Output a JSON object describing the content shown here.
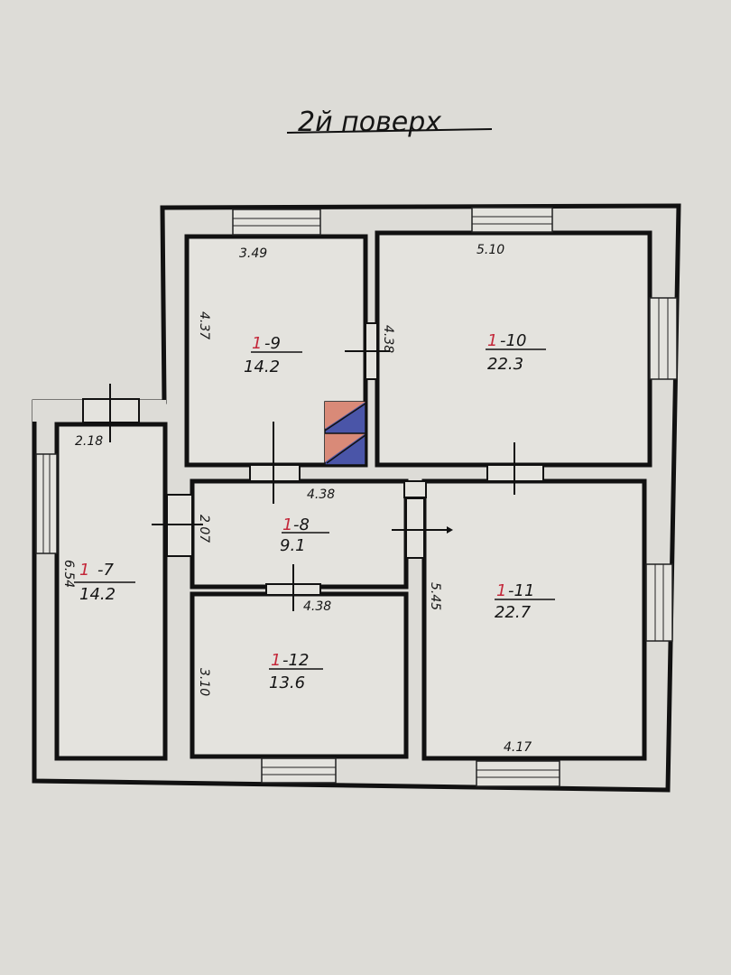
{
  "title": "2й поверх",
  "colors": {
    "paper": "#dddcd7",
    "wall": "#111111",
    "stove_red": "#d98a78",
    "stove_blue": "#4a55a8",
    "prefix_red": "#c4283a"
  },
  "rooms": [
    {
      "id": "1-9",
      "prefix": "1",
      "suffix": "-9",
      "area": "14.2",
      "dims": [
        "3.49",
        "4.37"
      ]
    },
    {
      "id": "1-10",
      "prefix": "1",
      "suffix": "-10",
      "area": "22.3",
      "dims": [
        "5.10",
        "4.38"
      ]
    },
    {
      "id": "1-8",
      "prefix": "1",
      "suffix": "-8",
      "area": "9.1",
      "dims": [
        "4.38",
        "2.07"
      ]
    },
    {
      "id": "1-7",
      "prefix": "1",
      "suffix": "-7",
      "area": "14.2",
      "dims": [
        "2.18",
        "6.54"
      ]
    },
    {
      "id": "1-11",
      "prefix": "1",
      "suffix": "-11",
      "area": "22.7",
      "dims": [
        "4.17",
        "5.45"
      ]
    },
    {
      "id": "1-12",
      "prefix": "1",
      "suffix": "-12",
      "area": "13.6",
      "dims": [
        "4.38",
        "3.10"
      ]
    }
  ]
}
